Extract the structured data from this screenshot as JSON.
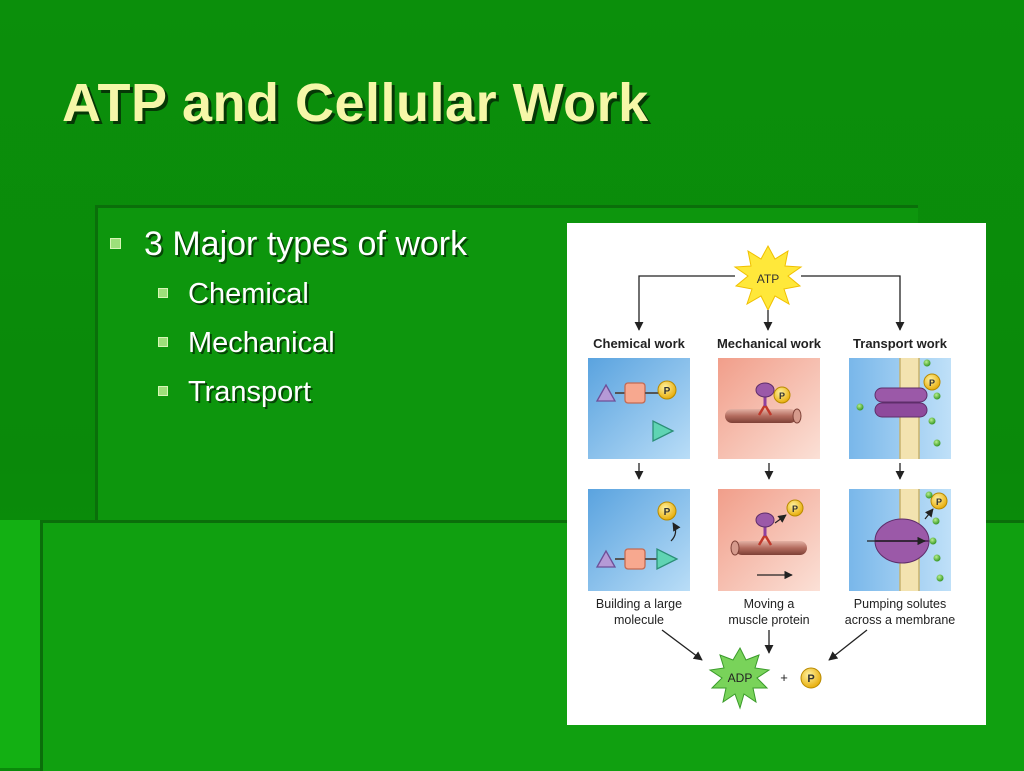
{
  "slide": {
    "title": "ATP and Cellular Work",
    "bullets": [
      {
        "level": 1,
        "text": "3 Major types of work"
      },
      {
        "level": 2,
        "text": "Chemical"
      },
      {
        "level": 2,
        "text": "Mechanical"
      },
      {
        "level": 2,
        "text": "Transport"
      }
    ]
  },
  "figure": {
    "atp_label": "ATP",
    "adp_label": "ADP",
    "phosphate_label": "P",
    "plus_sign": "+",
    "columns": [
      {
        "heading": "Chemical work",
        "caption_line1": "Building a large",
        "caption_line2": "molecule"
      },
      {
        "heading": "Mechanical work",
        "caption_line1": "Moving a",
        "caption_line2": "muscle protein"
      },
      {
        "heading": "Transport work",
        "caption_line1": "Pumping solutes",
        "caption_line2": "across a membrane"
      }
    ]
  },
  "colors": {
    "title_text": "#f6f7a8",
    "slide_background": "#0b8f0b",
    "bullet_square": "#9de07a",
    "atp_star": "#ffe83a",
    "adp_star": "#79d35a",
    "phosphate": "#f7c51a",
    "chemical_panel": "#6fb4e8",
    "mechanical_panel": "#f6b7a6",
    "transport_panel": "#9ccbee",
    "protein": "#9b59a8"
  }
}
